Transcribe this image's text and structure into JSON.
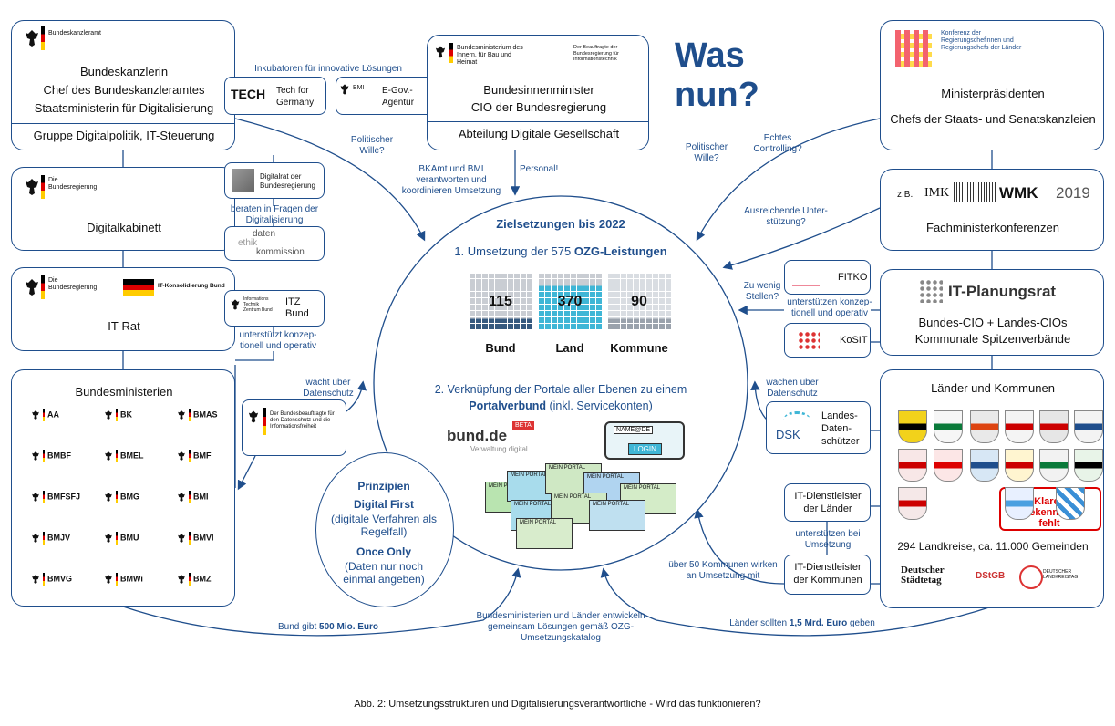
{
  "title": "Was nun?",
  "caption": "Abb. 2: Umsetzungsstrukturen und Digitalisierungsverantwortliche - Wird das funktionieren?",
  "kanzleramt": {
    "logo": "Bundeskanzleramt",
    "line1": "Bundeskanzlerin",
    "line2": "Chef des Bundeskanzleramtes",
    "line3": "Staatsministerin für Digitalisierung",
    "footer": "Gruppe Digitalpolitik, IT-Steuerung"
  },
  "inkubatoren": {
    "label": "Inkubatoren für innovative Lösungen",
    "tech": "Tech for Germany",
    "tech_logo": "TECH",
    "egov": "E-Gov.-Agentur",
    "egov_logo": "BMI"
  },
  "bmi": {
    "logo": "Bundesministerium des Innern, für Bau und Heimat",
    "logo2": "Der Beauftragte der Bundesregierung für Informationstechnik",
    "line1": "Bundesinnenminister",
    "line2": "CIO der Bundesregierung",
    "footer": "Abteilung Digitale Gesellschaft"
  },
  "ministerpraesidenten": {
    "logo": "Konferenz der Regierungschefinnen und Regierungschefs der Länder",
    "line1": "Ministerpräsidenten",
    "line2": "Chefs der Staats- und Senatskanzleien"
  },
  "fachminister": {
    "zb": "z.B.",
    "imk": "IMK",
    "wmk": "WMK",
    "year": "2019",
    "label": "Fachministerkonferenzen"
  },
  "digitalkabinett": {
    "logo": "Die Bundesregierung",
    "label": "Digitalkabinett",
    "digitalrat": "Digitalrat der Bundesregierung",
    "beraten": "beraten in Fragen der Digitalisierung",
    "ethik1": "daten",
    "ethik2": "ethik",
    "ethik3": "kommission"
  },
  "itrat": {
    "logo": "Die Bundesregierung",
    "itk": "IT-Konsolidierung Bund",
    "label": "IT-Rat",
    "itz_logo": "Informations Technik Zentrum Bund",
    "itz": "ITZ Bund",
    "support": "unterstützt konzep-tionell und operativ"
  },
  "bundesministerien": {
    "title": "Bundesministerien",
    "items": [
      "AA",
      "BK",
      "BMAS",
      "BMBF",
      "BMEL",
      "BMF",
      "BMFSFJ",
      "BMG",
      "BMI",
      "BMJV",
      "BMU",
      "BMVI",
      "BMVG",
      "BMWi",
      "BMZ"
    ]
  },
  "datenschutz_bund": {
    "label": "wacht über Datenschutz",
    "logo": "Der Bundesbeauftragte für den Datenschutz und die Informationsfreiheit"
  },
  "arrows": {
    "politischer_wille_left": "Politischer Wille?",
    "bkamt": "BKAmt und BMI verantworten und koordinieren Umsetzung",
    "personal": "Personal!",
    "politischer_wille_right": "Politischer Wille?",
    "controlling": "Echtes Controlling?",
    "unterstuetzung": "Ausreichende Unter-stützung?",
    "zu_wenig": "Zu wenig Stellen?",
    "bund_500_pre": "Bund gibt ",
    "bund_500_bold": "500 Mio. Euro",
    "laender_pre": "Länder sollten ",
    "laender_bold": "1,5 Mrd. Euro",
    "laender_post": " geben",
    "gemeinsam": "Bundesministerien und Länder entwickeln gemeinsam Lösungen gemäß OZG-Umsetzungskatalog",
    "kommunen_50": "über 50 Kommunen wirken an Umsetzung mit"
  },
  "center": {
    "title": "Zielsetzungen bis 2022",
    "goal1_pre": "1. Umsetzung der 575 ",
    "goal1_bold": "OZG-Leistungen",
    "bund_num": "115",
    "land_num": "370",
    "kommune_num": "90",
    "bund": "Bund",
    "land": "Land",
    "kommune": "Kommune",
    "goal2_line1": "2. Verknüpfung der Portale aller Ebenen zu einem",
    "goal2_bold": "Portalverbund",
    "goal2_rest": " (inkl. Servicekonten)",
    "bundde": "bund.de",
    "bundde_sub": "Verwaltung digital",
    "beta": "BETA",
    "login_name": "NAME@DE",
    "login": "LOGIN",
    "portal": "MEIN PORTAL"
  },
  "prinzipien": {
    "title": "Prinzipien",
    "p1": "Digital First",
    "p1_desc": "(digitale Verfahren als Regelfall)",
    "p2": "Once Only",
    "p2_desc": "(Daten nur noch einmal angeben)"
  },
  "itplanungsrat": {
    "name": "IT-Planungsrat",
    "line1": "Bundes-CIO + Landes-CIOs",
    "line2": "Kommunale Spitzenverbände",
    "fitko": "FITKO",
    "kosit": "KoSIT",
    "support": "unterstützen konzep-tionell und operativ"
  },
  "laender": {
    "title": "Länder und Kommunen",
    "klares": "Klares Bekenntnis fehlt",
    "kreise": "294 Landkreise, ca. 11.000 Gemeinden",
    "staedtetag": "Deutscher Städtetag",
    "dstgb": "DStGB",
    "landkreistag": "DEUTSCHER LANDKREISTAG"
  },
  "datenschutz_land": {
    "label": "wachen über Datenschutz",
    "dsk": "DSK",
    "text": "Landes-Daten-schützer"
  },
  "dienstleister": {
    "laender": "IT-Dienstleister der Länder",
    "support": "unterstützen bei Umsetzung",
    "kommunen": "IT-Dienstleister der Kommunen"
  },
  "colors": {
    "blue": "#1f4e8c",
    "grid_bund": "#35597f",
    "grid_land": "#3fb6d6",
    "grid_kommune": "#9aa2ac"
  }
}
